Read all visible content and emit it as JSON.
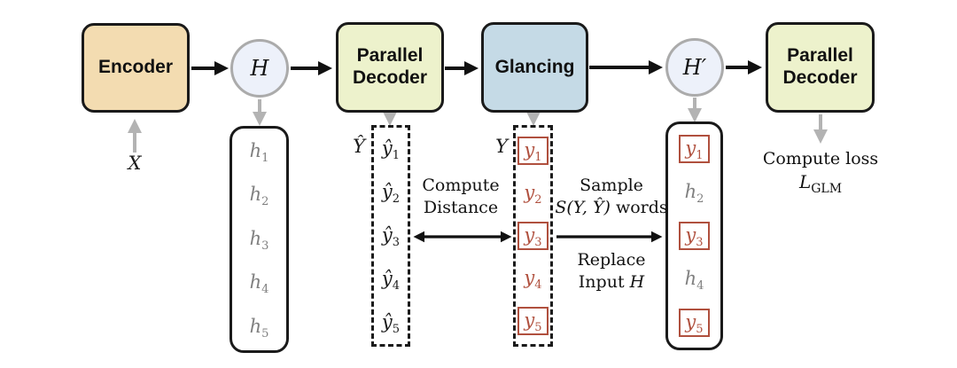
{
  "nodes": {
    "encoder": "Encoder",
    "h": "H",
    "parallel_decoder_1": "Parallel Decoder",
    "glancing": "Glancing",
    "h_prime": "H′",
    "parallel_decoder_2": "Parallel Decoder"
  },
  "labels": {
    "x": "X",
    "y_hat": "Ŷ",
    "y": "Y"
  },
  "columns": {
    "h": {
      "items": [
        {
          "base": "h",
          "sub": "1",
          "classes": "gray"
        },
        {
          "base": "h",
          "sub": "2",
          "classes": "gray"
        },
        {
          "base": "h",
          "sub": "3",
          "classes": "gray"
        },
        {
          "base": "h",
          "sub": "4",
          "classes": "gray"
        },
        {
          "base": "h",
          "sub": "5",
          "classes": "gray"
        }
      ]
    },
    "y_hat": {
      "items": [
        {
          "base": "ŷ",
          "sub": "1",
          "classes": ""
        },
        {
          "base": "ŷ",
          "sub": "2",
          "classes": ""
        },
        {
          "base": "ŷ",
          "sub": "3",
          "classes": ""
        },
        {
          "base": "ŷ",
          "sub": "4",
          "classes": ""
        },
        {
          "base": "ŷ",
          "sub": "5",
          "classes": ""
        }
      ]
    },
    "y": {
      "items": [
        {
          "base": "y",
          "sub": "1",
          "classes": "red boxed"
        },
        {
          "base": "y",
          "sub": "2",
          "classes": "red"
        },
        {
          "base": "y",
          "sub": "3",
          "classes": "red boxed"
        },
        {
          "base": "y",
          "sub": "4",
          "classes": "red"
        },
        {
          "base": "y",
          "sub": "5",
          "classes": "red boxed"
        }
      ]
    },
    "h_prime": {
      "items": [
        {
          "base": "y",
          "sub": "1",
          "classes": "red boxed"
        },
        {
          "base": "h",
          "sub": "2",
          "classes": "gray"
        },
        {
          "base": "y",
          "sub": "3",
          "classes": "red boxed"
        },
        {
          "base": "h",
          "sub": "4",
          "classes": "gray"
        },
        {
          "base": "y",
          "sub": "5",
          "classes": "red boxed"
        }
      ]
    }
  },
  "annotations": {
    "compute_distance_line1": "Compute",
    "compute_distance_line2": "Distance",
    "sample_line1": "Sample",
    "sample_math": "S(Y, Ŷ)",
    "sample_suffix": " words",
    "replace_line1": "Replace",
    "replace_prefix": "Input ",
    "replace_math": "H",
    "compute_loss": "Compute loss",
    "loss_base": "L",
    "loss_sub": "GLM"
  },
  "colors": {
    "encoder_fill": "#f3dcb1",
    "decoder_fill": "#edf2cc",
    "glancing_fill": "#c5dae6",
    "node_fill": "#edf1fa",
    "node_border": "#ababab",
    "highlight_red": "#b0503e",
    "muted_gray": "#7f7f7f",
    "arrow_gray": "#b3b3b3",
    "arrow_black": "#111111"
  }
}
